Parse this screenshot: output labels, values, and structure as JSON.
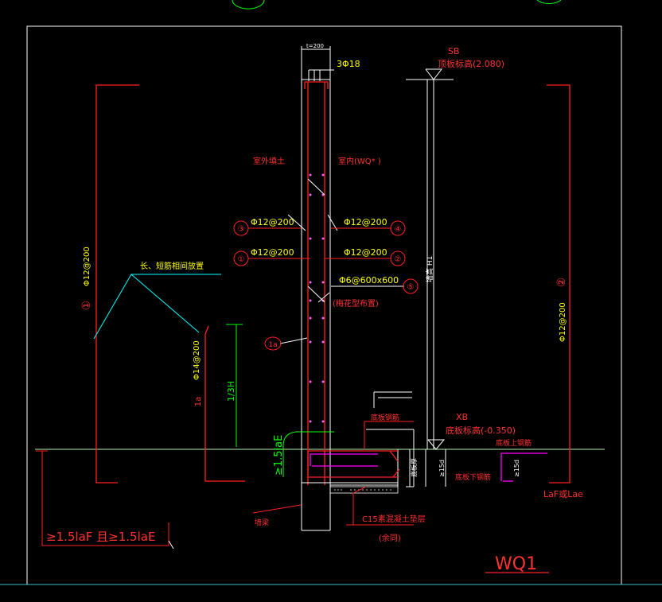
{
  "colors": {
    "background": "#000000",
    "frame": "#ffffff",
    "rebar": "#ff2020",
    "label_yellow": "#ffff00",
    "label_red": "#ff3030",
    "leader_cyan": "#00ffff",
    "ground_green": "#00ff00",
    "slab_magenta": "#ff00ff",
    "white": "#ffffff"
  },
  "labels": {
    "wall_thickness": "t=200",
    "top_bars": "3Φ18",
    "top_mark": "SB",
    "top_elev": "顶板标高(2.080)",
    "outside_soil": "室外填土",
    "inside": "室内(WQ* )",
    "bar3": "Φ12@200",
    "bar4": "Φ12@200",
    "bar1_mid": "Φ12@200",
    "bar2_mid": "Φ12@200",
    "tie": "Φ6@600x600",
    "tie_note": "(梅花型布置)",
    "wall_h": "墙高 H1",
    "left_bar": "Φ12@200",
    "right_bar": "Φ12@200",
    "long_short": "长、短筋相间放置",
    "bar1a": "Φ14@200",
    "h13": "1/3H",
    "lae": "≥1.5laE",
    "slab_rebar": "底板钢筋",
    "slab_thk": "底板厚",
    "slab_15d": "≥15d",
    "bot_mark": "XB",
    "bot_elev": "底板标高(-0.350)",
    "slab_top": "底板上钢筋",
    "slab_bot": "底板下钢筋",
    "r15d": "≥15d",
    "laf": "LaF或Lae",
    "outer_wall": "墙梁",
    "c15": "C15素混凝土垫层",
    "same": "(余同)",
    "bottom_len": "≥1.5laF 且≥1.5laE",
    "title": "WQ1"
  },
  "circles": {
    "c1": "①",
    "c2": "②",
    "c3": "③",
    "c4": "④",
    "c5": "⑤",
    "c1a": "1a"
  }
}
